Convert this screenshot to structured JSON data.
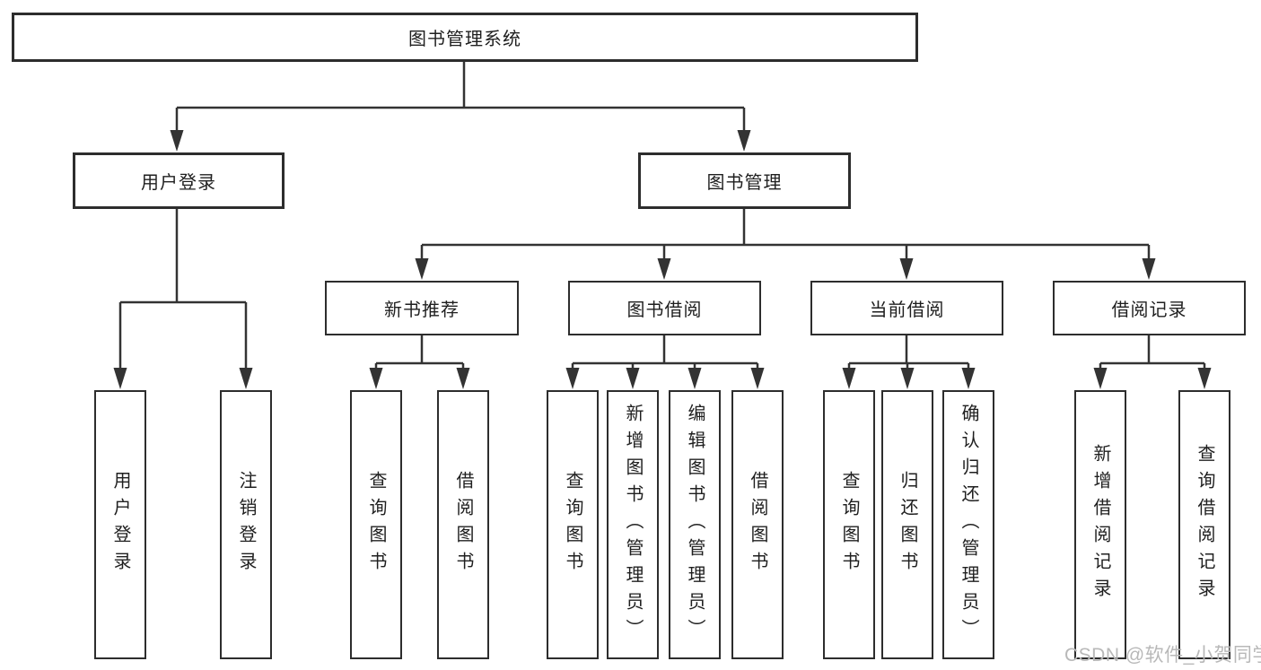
{
  "tree": {
    "root": "图书管理系统",
    "children": [
      {
        "label": "用户登录",
        "children": [
          "用户登录",
          "注销登录"
        ]
      },
      {
        "label": "图书管理",
        "children": [
          {
            "label": "新书推荐",
            "children": [
              "查询图书",
              "借阅图书"
            ]
          },
          {
            "label": "图书借阅",
            "children": [
              "查询图书",
              "新增图书（管理员）",
              "编辑图书（管理员）",
              "借阅图书"
            ]
          },
          {
            "label": "当前借阅",
            "children": [
              "查询图书",
              "归还图书",
              "确认归还（管理员）"
            ]
          },
          {
            "label": "借阅记录",
            "children": [
              "新增借阅记录",
              "查询借阅记录"
            ]
          }
        ]
      }
    ]
  },
  "watermark": {
    "text": "CSDN @软件_小贺同学"
  },
  "colors": {
    "line": "#333333",
    "border": "#2d2d2d",
    "text": "#1f1f1f",
    "watermark": "#b8b8b8",
    "background": "#ffffff"
  }
}
